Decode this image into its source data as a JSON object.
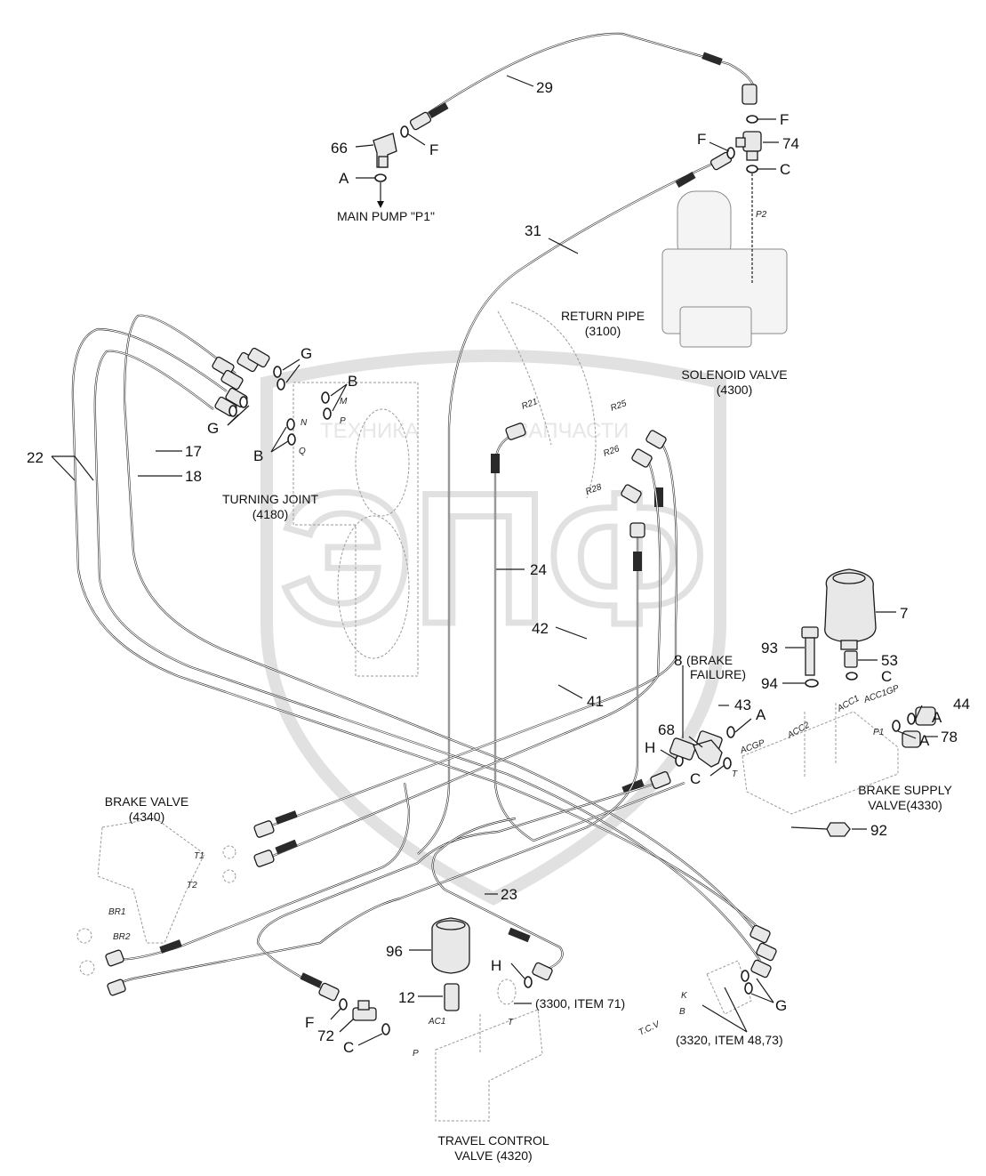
{
  "callouts": {
    "c29": "29",
    "c66": "66",
    "c74": "74",
    "c31": "31",
    "c22": "22",
    "c17": "17",
    "c18": "18",
    "c24": "24",
    "c42": "42",
    "c41": "41",
    "c7": "7",
    "c93": "93",
    "c53": "53",
    "c94": "94",
    "c8": "8",
    "c43": "43",
    "c44": "44",
    "c68": "68",
    "c78": "78",
    "c92": "92",
    "c23": "23",
    "c96": "96",
    "c12": "12",
    "c72": "72"
  },
  "letters": {
    "F": "F",
    "A": "A",
    "C": "C",
    "G": "G",
    "B": "B",
    "H": "H"
  },
  "labels": {
    "main_pump": "MAIN PUMP \"P1\"",
    "return_pipe": "RETURN PIPE",
    "return_pipe_no": "(3100)",
    "solenoid_valve": "SOLENOID VALVE",
    "solenoid_valve_no": "(4300)",
    "turning_joint": "TURNING JOINT",
    "turning_joint_no": "(4180)",
    "brake_failure_1": "(BRAKE",
    "brake_failure_2": "FAILURE)",
    "brake_valve": "BRAKE VALVE",
    "brake_valve_no": "(4340)",
    "brake_supply_1": "BRAKE SUPPLY",
    "brake_supply_2": "VALVE(4330)",
    "travel_control_1": "TRAVEL CONTROL",
    "travel_control_2": "VALVE (4320)",
    "ref_3300": "(3300, ITEM 71)",
    "ref_3320": "(3320, ITEM 48,73)"
  },
  "ports": {
    "p2": "P2",
    "m": "M",
    "p": "P",
    "n": "N",
    "q": "Q",
    "r21": "R21",
    "r25": "R25",
    "r26": "R26",
    "r28": "R28",
    "acc2": "ACC2",
    "acc1": "ACC1",
    "acc1gp": "ACC1GP",
    "p1": "P1",
    "acgp": "ACGP",
    "t": "T",
    "t1": "T1",
    "t2": "T2",
    "br1": "BR1",
    "br2": "BR2",
    "ac1": "AC1",
    "tcv_t": "T",
    "tcv_p": "P",
    "k": "K",
    "b": "B",
    "tcv": "T.C.V"
  },
  "watermark": {
    "top_text_left": "ТЕХНИКА",
    "top_text_right": "ЗАПЧАСТИ",
    "logo": "ЭПФ"
  }
}
